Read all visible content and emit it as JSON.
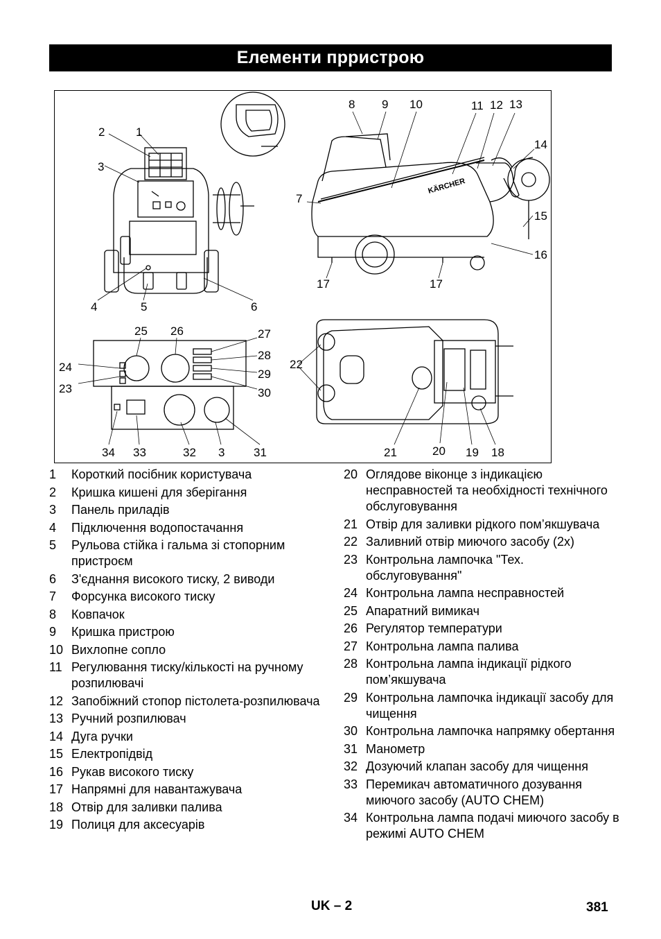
{
  "header": {
    "title": "Елементи прристрою"
  },
  "figure": {
    "callouts": [
      "1",
      "2",
      "3",
      "4",
      "5",
      "6",
      "7",
      "8",
      "9",
      "10",
      "11",
      "12",
      "13",
      "14",
      "15",
      "16",
      "17",
      "17",
      "18",
      "19",
      "20",
      "21",
      "22",
      "23",
      "24",
      "25",
      "26",
      "27",
      "28",
      "29",
      "30",
      "31",
      "32",
      "3",
      "33",
      "34"
    ],
    "logo": "KÄRCHER"
  },
  "legend": {
    "left": [
      {
        "n": "1",
        "t": "Короткий посібник користувача"
      },
      {
        "n": "2",
        "t": "Кришка кишені для зберігання"
      },
      {
        "n": "3",
        "t": "Панель приладів"
      },
      {
        "n": "4",
        "t": "Підключення водопостачання"
      },
      {
        "n": "5",
        "t": "Рульова стійка і гальма зі стопорним пристроєм"
      },
      {
        "n": "6",
        "t": "З'єднання високого тиску, 2 виводи"
      },
      {
        "n": "7",
        "t": "Форсунка високого тиску"
      },
      {
        "n": "8",
        "t": "Ковпачок"
      },
      {
        "n": "9",
        "t": "Кришка пристрою"
      },
      {
        "n": "10",
        "t": "Вихлопне сопло"
      },
      {
        "n": "11",
        "t": "Регулювання тиску/кількості на ручному розпилювачі"
      },
      {
        "n": "12",
        "t": "Запобіжний стопор пістолета-розпилювача"
      },
      {
        "n": "13",
        "t": "Ручний розпилювач"
      },
      {
        "n": "14",
        "t": "Дуга ручки"
      },
      {
        "n": "15",
        "t": "Електропідвід"
      },
      {
        "n": "16",
        "t": "Рукав високого тиску"
      },
      {
        "n": "17",
        "t": "Напрямні для навантажувача"
      },
      {
        "n": "18",
        "t": "Отвір для заливки палива"
      },
      {
        "n": "19",
        "t": "Полиця для аксесуарів"
      }
    ],
    "right": [
      {
        "n": "20",
        "t": "Оглядове віконце з індикацією несправностей та необхідності технічного обслуговування"
      },
      {
        "n": "21",
        "t": "Отвір для заливки рідкого пом’якшувача"
      },
      {
        "n": "22",
        "t": "Заливний отвір миючого засобу (2x)"
      },
      {
        "n": "23",
        "t": "Контрольна лампочка \"Тех. обслуговування\""
      },
      {
        "n": "24",
        "t": "Контрольна лампа несправностей"
      },
      {
        "n": "25",
        "t": "Апаратний вимикач"
      },
      {
        "n": "26",
        "t": "Регулятор температури"
      },
      {
        "n": "27",
        "t": "Контрольна лампа палива"
      },
      {
        "n": "28",
        "t": "Контрольна лампа індикації рідкого пом’якшувача"
      },
      {
        "n": "29",
        "t": "Контрольна лампочка індикації засобу для чищення"
      },
      {
        "n": "30",
        "t": "Контрольна лампочка напрямку обертання"
      },
      {
        "n": "31",
        "t": "Манометр"
      },
      {
        "n": "32",
        "t": "Дозуючий клапан засобу для чищення"
      },
      {
        "n": "33",
        "t": "Перемикач автоматичного дозування миючого засобу (AUTO CHEM)"
      },
      {
        "n": "34",
        "t": "Контрольна лампа подачі миючого засобу в режимі AUTO CHEM"
      }
    ]
  },
  "footer": {
    "label": "UK – 2",
    "page": "381"
  }
}
